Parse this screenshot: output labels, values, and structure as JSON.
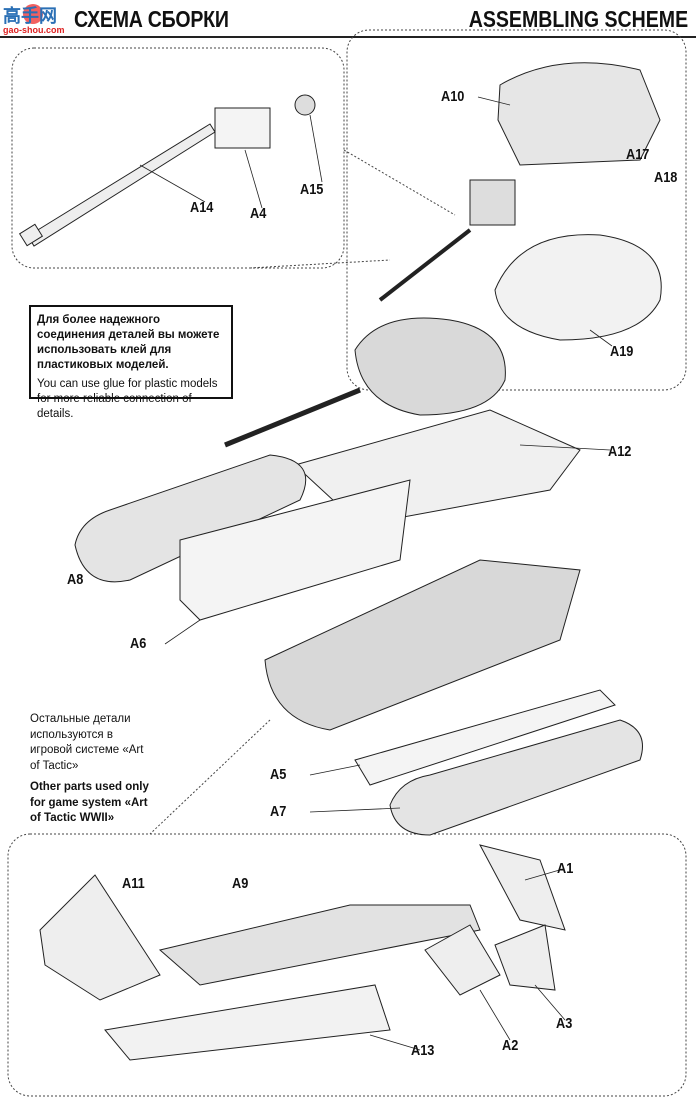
{
  "header": {
    "title_ru": "СХЕМА СБОРКИ",
    "title_en": "ASSEMBLING SCHEME",
    "watermark": {
      "text_cn": "高手网",
      "url": "gao-shou.com"
    }
  },
  "note": {
    "ru": "Для более надежного соединения деталей вы можете использовать клей для пластиковых моделей.",
    "en": "You can use glue for plastic models for more reliable connection of details."
  },
  "side_note": {
    "ru": "Остальные детали используются в игровой системе «Art of Tactic»",
    "en": "Other parts used only for game system «Art of Tactic WWII»"
  },
  "parts": {
    "A1": "A1",
    "A2": "A2",
    "A3": "A3",
    "A4": "A4",
    "A5": "A5",
    "A6": "A6",
    "A7": "A7",
    "A8": "A8",
    "A9": "A9",
    "A10": "A10",
    "A11": "A11",
    "A12": "A12",
    "A13": "A13",
    "A14": "A14",
    "A15": "A15",
    "A17": "A17",
    "A18": "A18",
    "A19": "A19"
  }
}
